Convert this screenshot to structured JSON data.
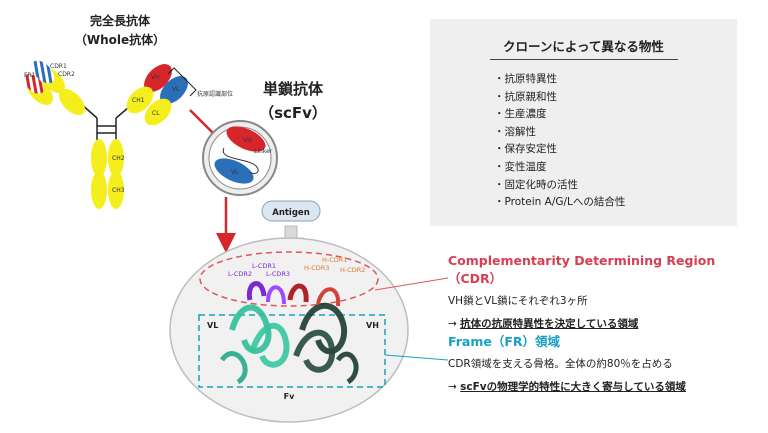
{
  "whole_antibody": {
    "title_line1": "完全長抗体",
    "title_line2": "（Whole抗体）",
    "labels": {
      "vh": "VH",
      "vl": "VL",
      "ch1": "CH1",
      "cl": "CL",
      "ch2": "CH2",
      "ch3": "CH3",
      "fr1": "FR1",
      "cdr1": "CDR1",
      "cdr2": "CDR2",
      "antigen_site": "抗原認識部位"
    }
  },
  "scfv": {
    "title_line1": "単鎖抗体",
    "title_line2": "（scFv）",
    "vh": "VH",
    "vl": "VL",
    "linker": "Linker"
  },
  "antigen": {
    "label": "Antigen"
  },
  "structure": {
    "vl": "VL",
    "vh": "VH",
    "fv": "Fv",
    "l_cdr1": "L-CDR1",
    "l_cdr2": "L-CDR2",
    "l_cdr3": "L-CDR3",
    "h_cdr1": "H-CDR1",
    "h_cdr2": "H-CDR2",
    "h_cdr3": "H-CDR3"
  },
  "panel": {
    "title": "クローンによって異なる物性",
    "items": [
      "・抗原特異性",
      "・抗原親和性",
      "・生産濃度",
      "・溶解性",
      "・保存安定性",
      "・変性温度",
      "・固定化時の活性",
      "・Protein A/G/Lへの結合性"
    ]
  },
  "cdr": {
    "title": "Complementarity Determining Region（CDR）",
    "line1": "VH鎖とVL鎖にそれぞれ3ヶ所",
    "arrow": "→ ",
    "line2": "抗体の抗原特異性を決定している領域"
  },
  "fr": {
    "title": "Frame（FR）領域",
    "line1": "CDR領域を支える骨格。全体の約80％を占める",
    "arrow": "→ ",
    "line2": "scFvの物理学的特性に大きく寄与している領域"
  },
  "colors": {
    "red": "#d7262b",
    "blue": "#2a6fb8",
    "yellow": "#f4ee1c",
    "cdr_pink": "#d64052",
    "fr_cyan": "#1aa0c4"
  }
}
